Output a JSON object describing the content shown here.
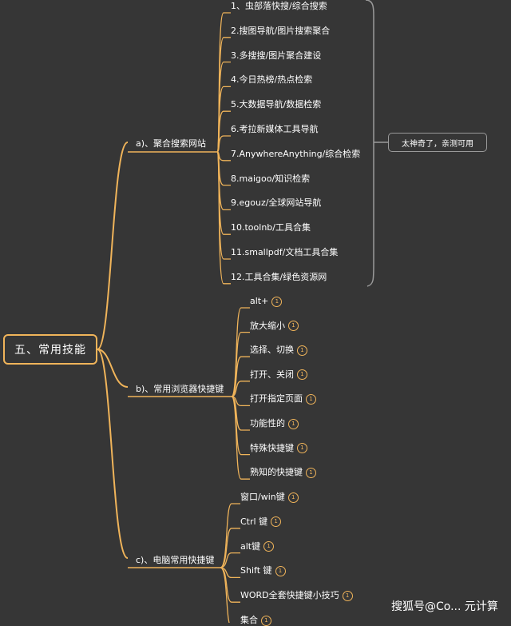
{
  "root": {
    "label": "五、常用技能"
  },
  "branches": [
    {
      "label": "a)、聚合搜索网站",
      "items": [
        "1、虫部落快搜/综合搜索",
        "2.搜图导航/图片搜索聚合",
        "3.多搜搜/图片聚合建设",
        "4.今日热榜/热点检索",
        "5.大数据导航/数据检索",
        "6.考拉新媒体工具导航",
        "7.AnywhereAnything/综合检索",
        "8.maigoo/知识检索",
        "9.egouz/全球网站导航",
        "10.toolnb/工具合集",
        "11.smallpdf/文档工具合集",
        "12.工具合集/绿色资源网"
      ]
    },
    {
      "label": "b)、常用浏览器快捷键",
      "items": [
        "alt+",
        "放大缩小",
        "选择、切换",
        "打开、关闭",
        "打开指定页面",
        "功能性的",
        "特殊快捷键",
        "熟知的快捷键"
      ]
    },
    {
      "label": "c)、电脑常用快捷键",
      "items": [
        "窗口/win键",
        "Ctrl 键",
        "alt键",
        "Shift 键",
        "WORD全套快捷键小技巧",
        "集合"
      ]
    }
  ],
  "badge_count": "1",
  "summary_note": "太神奇了，亲测可用",
  "watermark": "搜狐号@Co... 元计算",
  "colors": {
    "background": "#363636",
    "line": "#f0b45a",
    "bracket": "#9a9a9a",
    "text": "#ffffff"
  }
}
